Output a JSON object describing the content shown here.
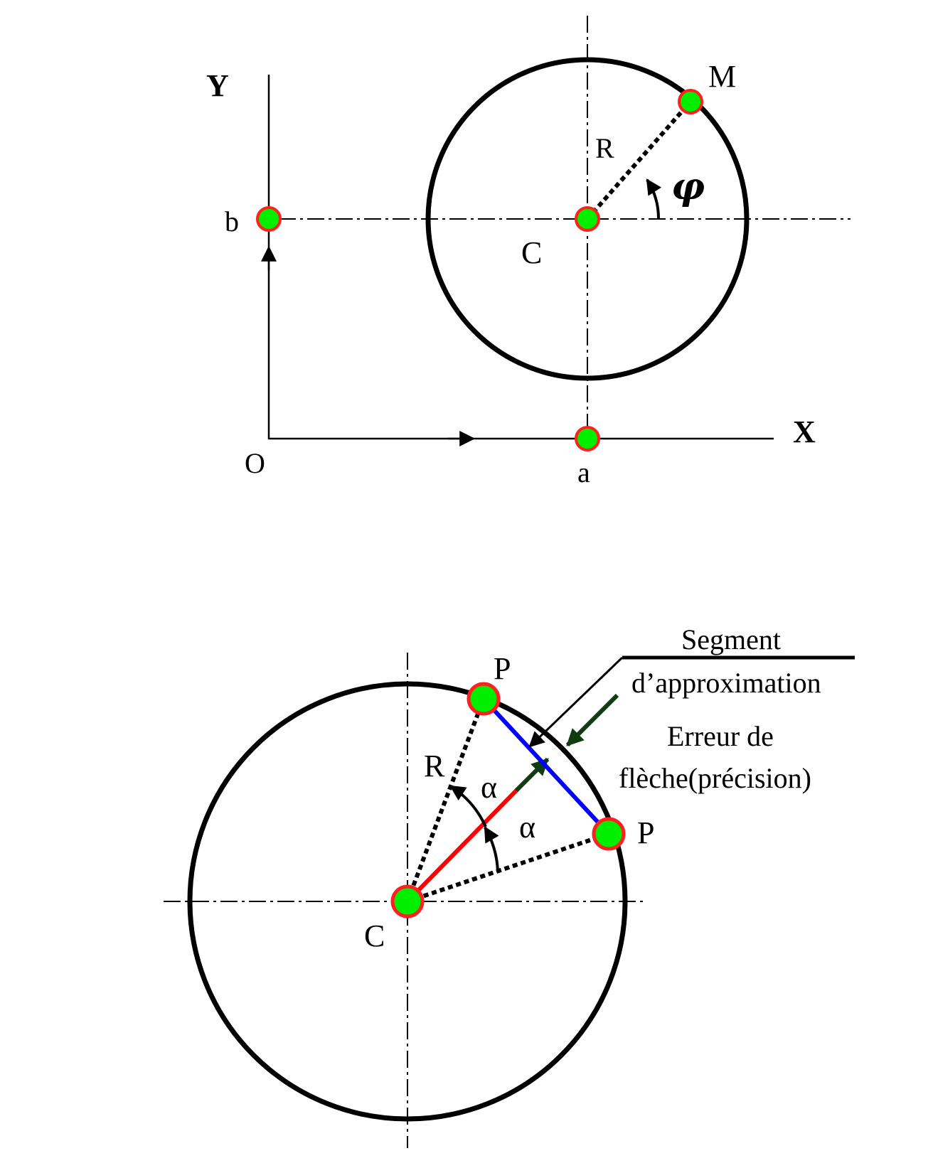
{
  "figure1": {
    "labels": {
      "y_axis": "Y",
      "x_axis": "X",
      "origin": "O",
      "a": "a",
      "b": "b",
      "center": "C",
      "point": "M",
      "radius": "R",
      "angle": "φ"
    }
  },
  "figure2": {
    "labels": {
      "center": "C",
      "radius": "R",
      "point_top": "P",
      "point_right": "P",
      "alpha_top": "α",
      "alpha_bottom": "α",
      "segment_line1": "Segment",
      "segment_line2": "d’approximation",
      "error_line1": "Erreur de",
      "error_line2": "flèche(précision)"
    }
  },
  "colors": {
    "point_fill": "#00ee00",
    "point_stroke": "#ff2020",
    "chord": "#0000ff",
    "radius_red": "#ff0000",
    "arrow_dark_green": "#0f3d0f",
    "line": "#000000"
  }
}
